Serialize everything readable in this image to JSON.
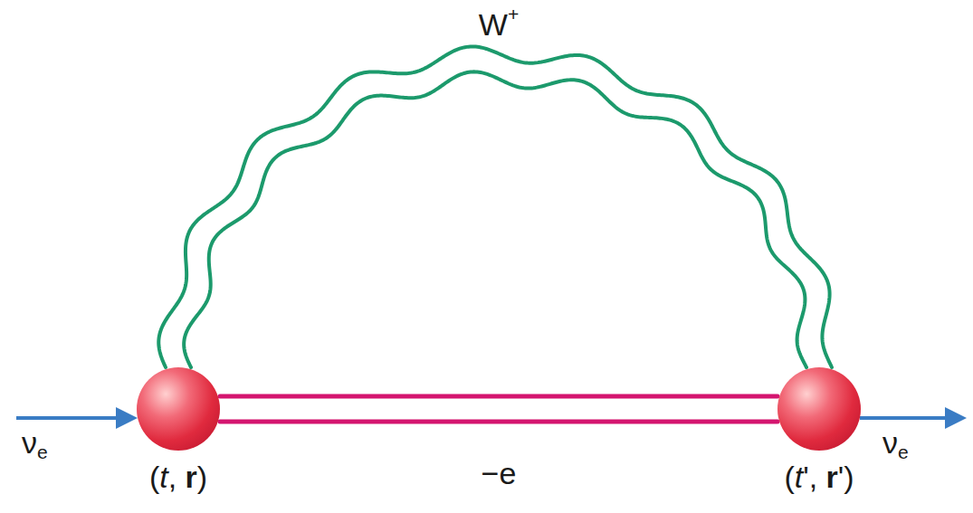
{
  "diagram": {
    "nodes": [
      {
        "text": [
          "(t, r)"
        ]
      },
      {
        "text": [
          "(t', r')"
        ]
      }
    ],
    "edges": [
      {
        "from": 0,
        "to": 1,
        "arrow": "none",
        "label": "W+"
      },
      {
        "from": 0,
        "to": 1,
        "arrow": "none",
        "label": "−e"
      }
    ],
    "labels": [
      "νe",
      "νe"
    ]
  }
}
